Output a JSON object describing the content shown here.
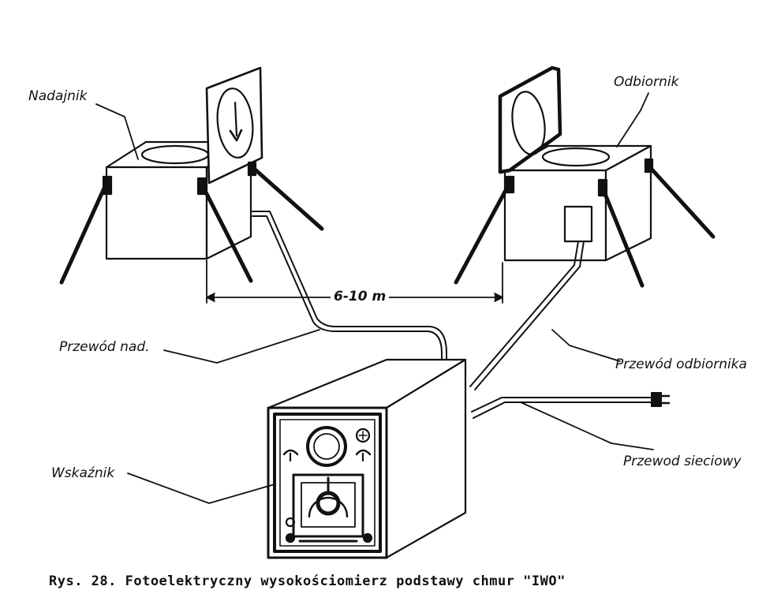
{
  "labels": {
    "transmitter": "Nadajnik",
    "receiver": "Odbiornik",
    "distance": "6-10 m",
    "transmitter_cable": "Przewód nad.",
    "receiver_cable": "Przewód odbiornika",
    "indicator": "Wskaźnik",
    "mains_cable": "Przewod sieciowy"
  },
  "caption": "Rys. 28. Fotoelektryczny wysokościomierz podstawy chmur \"IWO\""
}
